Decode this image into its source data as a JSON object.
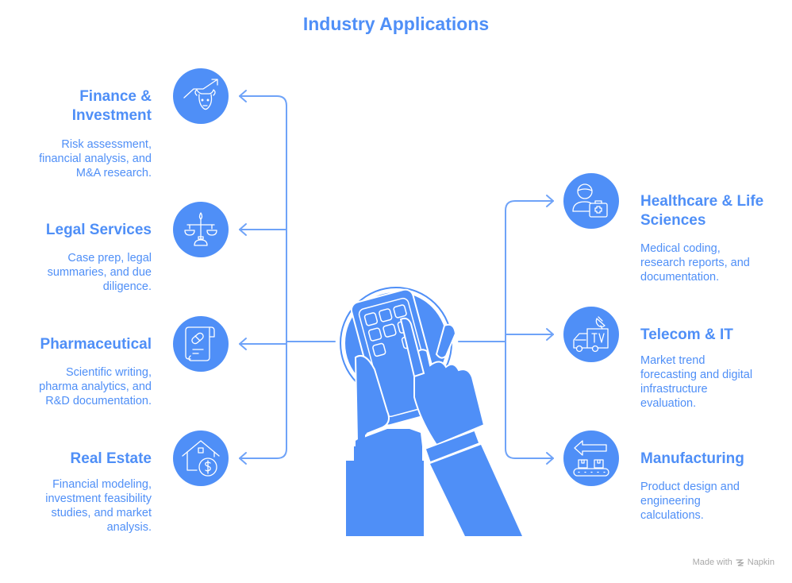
{
  "title": "Industry Applications",
  "colors": {
    "accent": "#4f8ff7",
    "footer": "#a8a8a8",
    "background": "#ffffff"
  },
  "left_items": [
    {
      "title": "Finance & Investment",
      "title_lines": [
        "Finance &",
        "Investment"
      ],
      "description_lines": [
        "Risk assessment,",
        "financial analysis, and",
        "M&A research."
      ],
      "icon": "bull-market-icon"
    },
    {
      "title": "Legal Services",
      "title_lines": [
        "Legal Services"
      ],
      "description_lines": [
        "Case prep, legal",
        "summaries, and due",
        "diligence."
      ],
      "icon": "scales-of-justice-icon"
    },
    {
      "title": "Pharmaceutical",
      "title_lines": [
        "Pharmaceutical"
      ],
      "description_lines": [
        "Scientific writing,",
        "pharma analytics, and",
        "R&D documentation."
      ],
      "icon": "prescription-pill-icon"
    },
    {
      "title": "Real Estate",
      "title_lines": [
        "Real Estate"
      ],
      "description_lines": [
        "Financial modeling,",
        "investment feasibility",
        "studies, and market",
        "analysis."
      ],
      "icon": "house-dollar-icon"
    }
  ],
  "right_items": [
    {
      "title": "Healthcare & Life Sciences",
      "title_lines": [
        "Healthcare & Life",
        "Sciences"
      ],
      "description_lines": [
        "Medical coding,",
        "research reports, and",
        "documentation."
      ],
      "icon": "doctor-medkit-icon"
    },
    {
      "title": "Telecom & IT",
      "title_lines": [
        "Telecom & IT"
      ],
      "description_lines": [
        "Market trend",
        "forecasting and digital",
        "infrastructure",
        "evaluation."
      ],
      "icon": "tv-van-icon"
    },
    {
      "title": "Manufacturing",
      "title_lines": [
        "Manufacturing"
      ],
      "description_lines": [
        "Product design and",
        "engineering",
        "calculations."
      ],
      "icon": "conveyor-belt-icon"
    }
  ],
  "center_icon": "hands-calculator-icon",
  "footer": {
    "made_with": "Made with",
    "brand": "Napkin",
    "icon": "napkin-logo-icon"
  }
}
